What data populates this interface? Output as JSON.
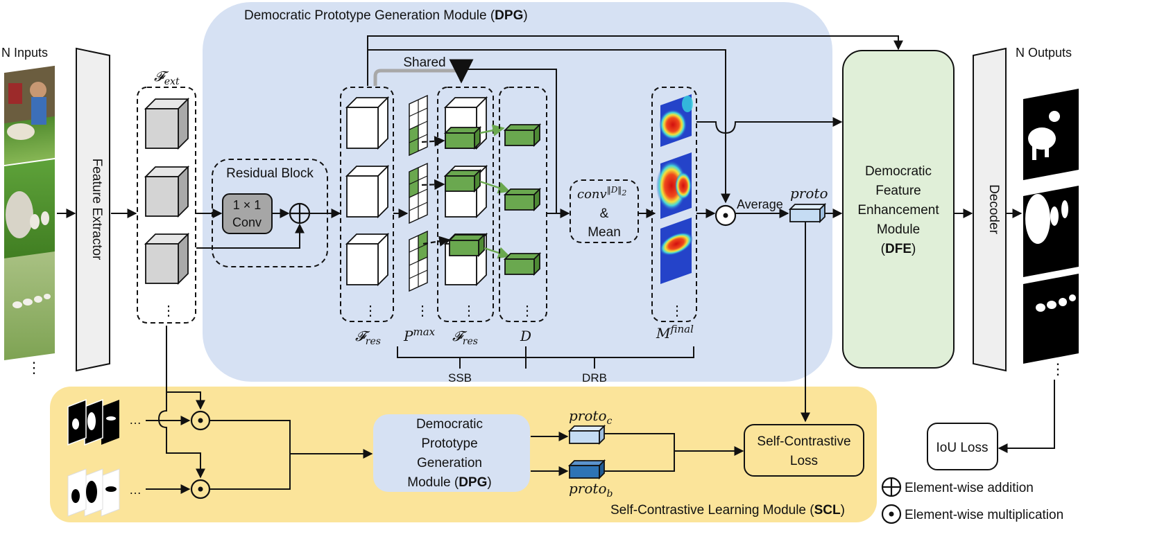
{
  "modules": {
    "dpg_title_prefix": "Democratic Prototype Generation Module (",
    "dpg_title_bold": "DPG",
    "dpg_title_suffix": ")",
    "scl_title_prefix": "Self-Contrastive Learning Module (",
    "scl_title_bold": "SCL",
    "scl_title_suffix": ")",
    "dfe_line1": "Democratic",
    "dfe_line2": "Feature",
    "dfe_line3": "Enhancement",
    "dfe_line4": "Module",
    "dfe_bold": "DFE",
    "inner_dpg_line1": "Democratic",
    "inner_dpg_line2": "Prototype",
    "inner_dpg_line3": "Generation",
    "inner_dpg_line4_prefix": "Module (",
    "inner_dpg_line4_bold": "DPG",
    "inner_dpg_line4_suffix": ")"
  },
  "labels": {
    "n_inputs": "N Inputs",
    "n_outputs": "N Outputs",
    "feature_extractor": "Feature Extractor",
    "decoder": "Decoder",
    "f_ext": "𝓕",
    "f_ext_sub": "ext",
    "residual_block": "Residual Block",
    "conv_line1": "1 × 1",
    "conv_line2": "Conv",
    "shared": "Shared",
    "f_res": "𝓕",
    "f_res_sub": "res",
    "p_max": "P",
    "p_max_sup": "max",
    "d": "D",
    "m_final": "M",
    "m_final_sup": "final",
    "conv_norm": "conv",
    "conv_norm_sup": "‖D‖",
    "conv_norm_sub": "2",
    "amp": "&",
    "mean": "Mean",
    "average": "Average",
    "proto": "proto",
    "proto_c": "proto",
    "proto_c_sub": "c",
    "proto_b": "proto",
    "proto_b_sub": "b",
    "ssb": "SSB",
    "drb": "DRB",
    "self_contrastive_line1": "Self-Contrastive",
    "self_contrastive_line2": "Loss",
    "iou_loss": "IoU Loss",
    "ellipsis": "⋮",
    "hellip": "…"
  },
  "legend": {
    "addition": "Element-wise addition",
    "multiplication": "Element-wise multiplication"
  },
  "colors": {
    "dpg_bg": "#d6e1f3",
    "scl_bg": "#fbe49a",
    "dfe_bg": "#e0efd8",
    "cube_gray": "#d4d4d4",
    "cube_green": "#6aa84f",
    "proto_light": "#c5dcf3",
    "proto_dark": "#2e74b5",
    "arrow_green": "#6aa84f",
    "conv_gray": "#a6a6a6"
  }
}
